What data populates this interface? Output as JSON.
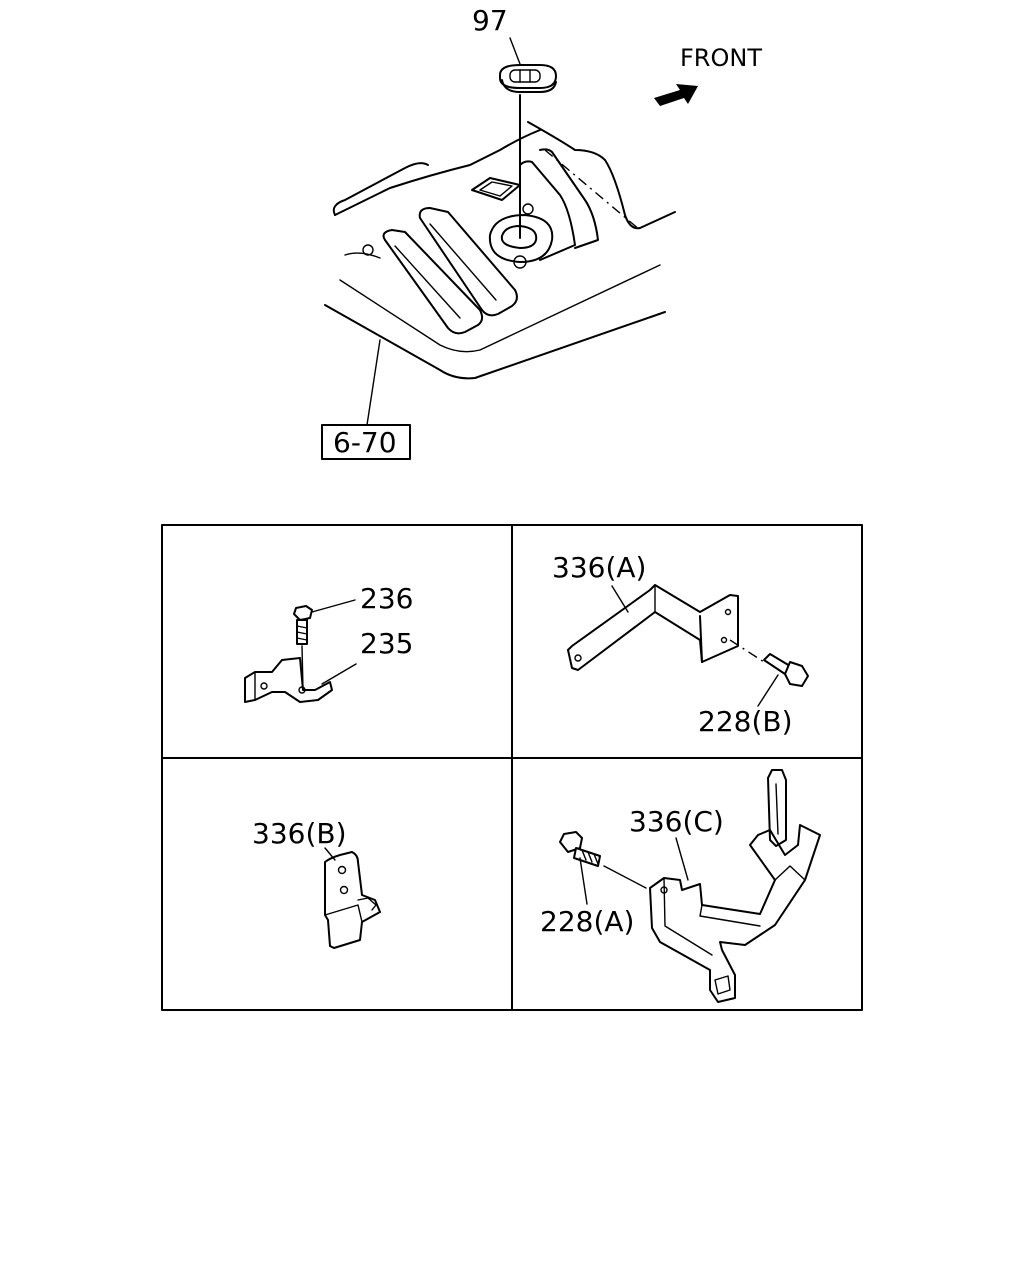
{
  "callouts": {
    "grommet": "97",
    "front": "FRONT",
    "ref_box": "6-70",
    "bolt_236": "236",
    "bracket_235": "235",
    "bracket_336a": "336(A)",
    "bolt_228b": "228(B)",
    "bracket_336b": "336(B)",
    "bracket_336c": "336(C)",
    "bolt_228a": "228(A)"
  }
}
